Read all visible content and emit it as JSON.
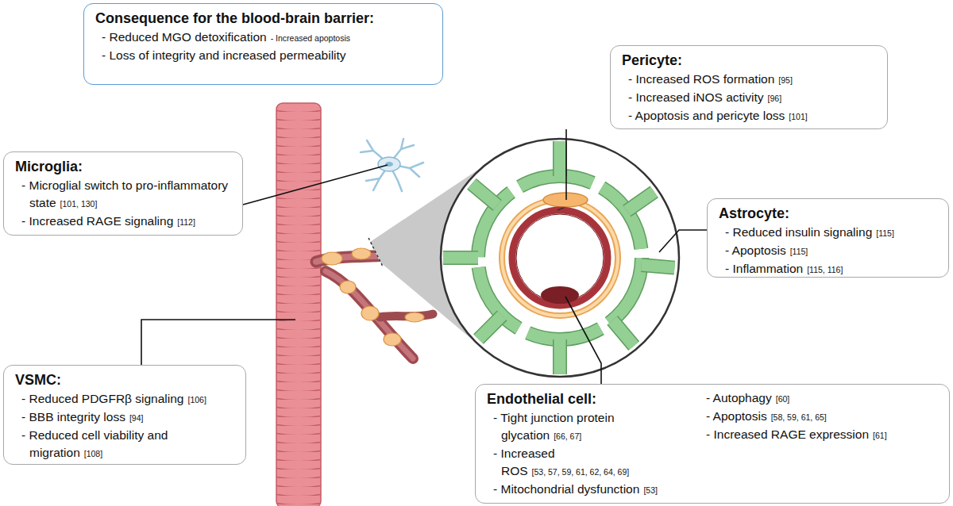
{
  "diagram": {
    "nodes": [
      {
        "text": [
          "Consequence for the blood-brain barrier:",
          "- Reduced MGO detoxification",
          "- Increased apoptosis",
          "- Loss of integrity and increased permeability"
        ]
      },
      {
        "text": [
          "Pericyte:",
          "- Increased ROS formation",
          "[95]",
          "- Increased iNOS activity",
          "[96]",
          "- Apoptosis and pericyte loss",
          "[101]"
        ]
      },
      {
        "text": [
          "Microglia:",
          "- Microglial switch to pro-inflammatory state",
          "[101, 130]",
          "- Increased RAGE signaling",
          "[112]"
        ]
      },
      {
        "text": [
          "Astrocyte:",
          "- Reduced insulin signaling",
          "[115]",
          "- Apoptosis",
          "[115]",
          "- Inflammation",
          "[115, 116]"
        ]
      },
      {
        "text": [
          "VSMC:",
          "- Reduced PDGFRβ signaling",
          "[106]",
          "- BBB integrity loss",
          "[94]",
          "- Reduced cell viability and migration",
          "[108]"
        ]
      },
      {
        "text": [
          "Endothelial cell:",
          "- Tight junction protein glycation",
          "[66, 67]",
          "- Increased ROS",
          "[53, 57, 59, 61, 62, 64, 69]",
          "- Mitochondrial dysfunction",
          "[53]",
          "- Autophagy",
          "[60]",
          "- Apoptosis",
          "[58, 59, 61, 65]",
          "- Increased RAGE expression",
          "[61]"
        ]
      }
    ]
  }
}
